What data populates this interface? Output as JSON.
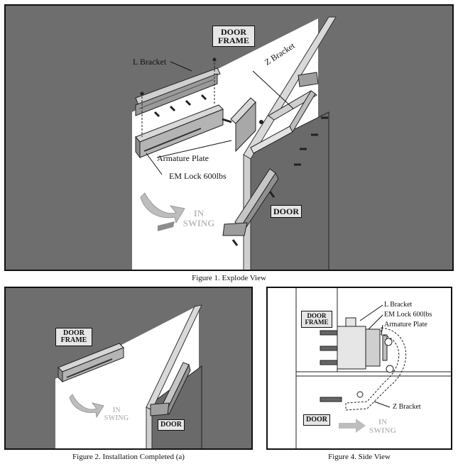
{
  "figure1": {
    "caption": "Figure 1. Explode View",
    "labels": {
      "door_frame": "DOOR FRAME",
      "l_bracket": "L Bracket",
      "z_bracket": "Z Bracket",
      "armature_plate": "Armature Plate",
      "em_lock": "EM Lock 600lbs",
      "door": "DOOR",
      "swing": "IN SWING"
    }
  },
  "figure2": {
    "caption": "Figure 2. Installation Completed (a)",
    "labels": {
      "door_frame": "DOOR FRAME",
      "door": "DOOR",
      "swing": "IN SWING"
    }
  },
  "figure4": {
    "caption": "Figure 4. Side View",
    "labels": {
      "l_bracket": "L Bracket",
      "em_lock": "EM Lock 600lbs",
      "armature_plate": "Armature Plate",
      "door_frame": "DOOR FRAME",
      "z_bracket": "Z Bracket",
      "door": "DOOR",
      "swing": "IN SWING"
    }
  }
}
